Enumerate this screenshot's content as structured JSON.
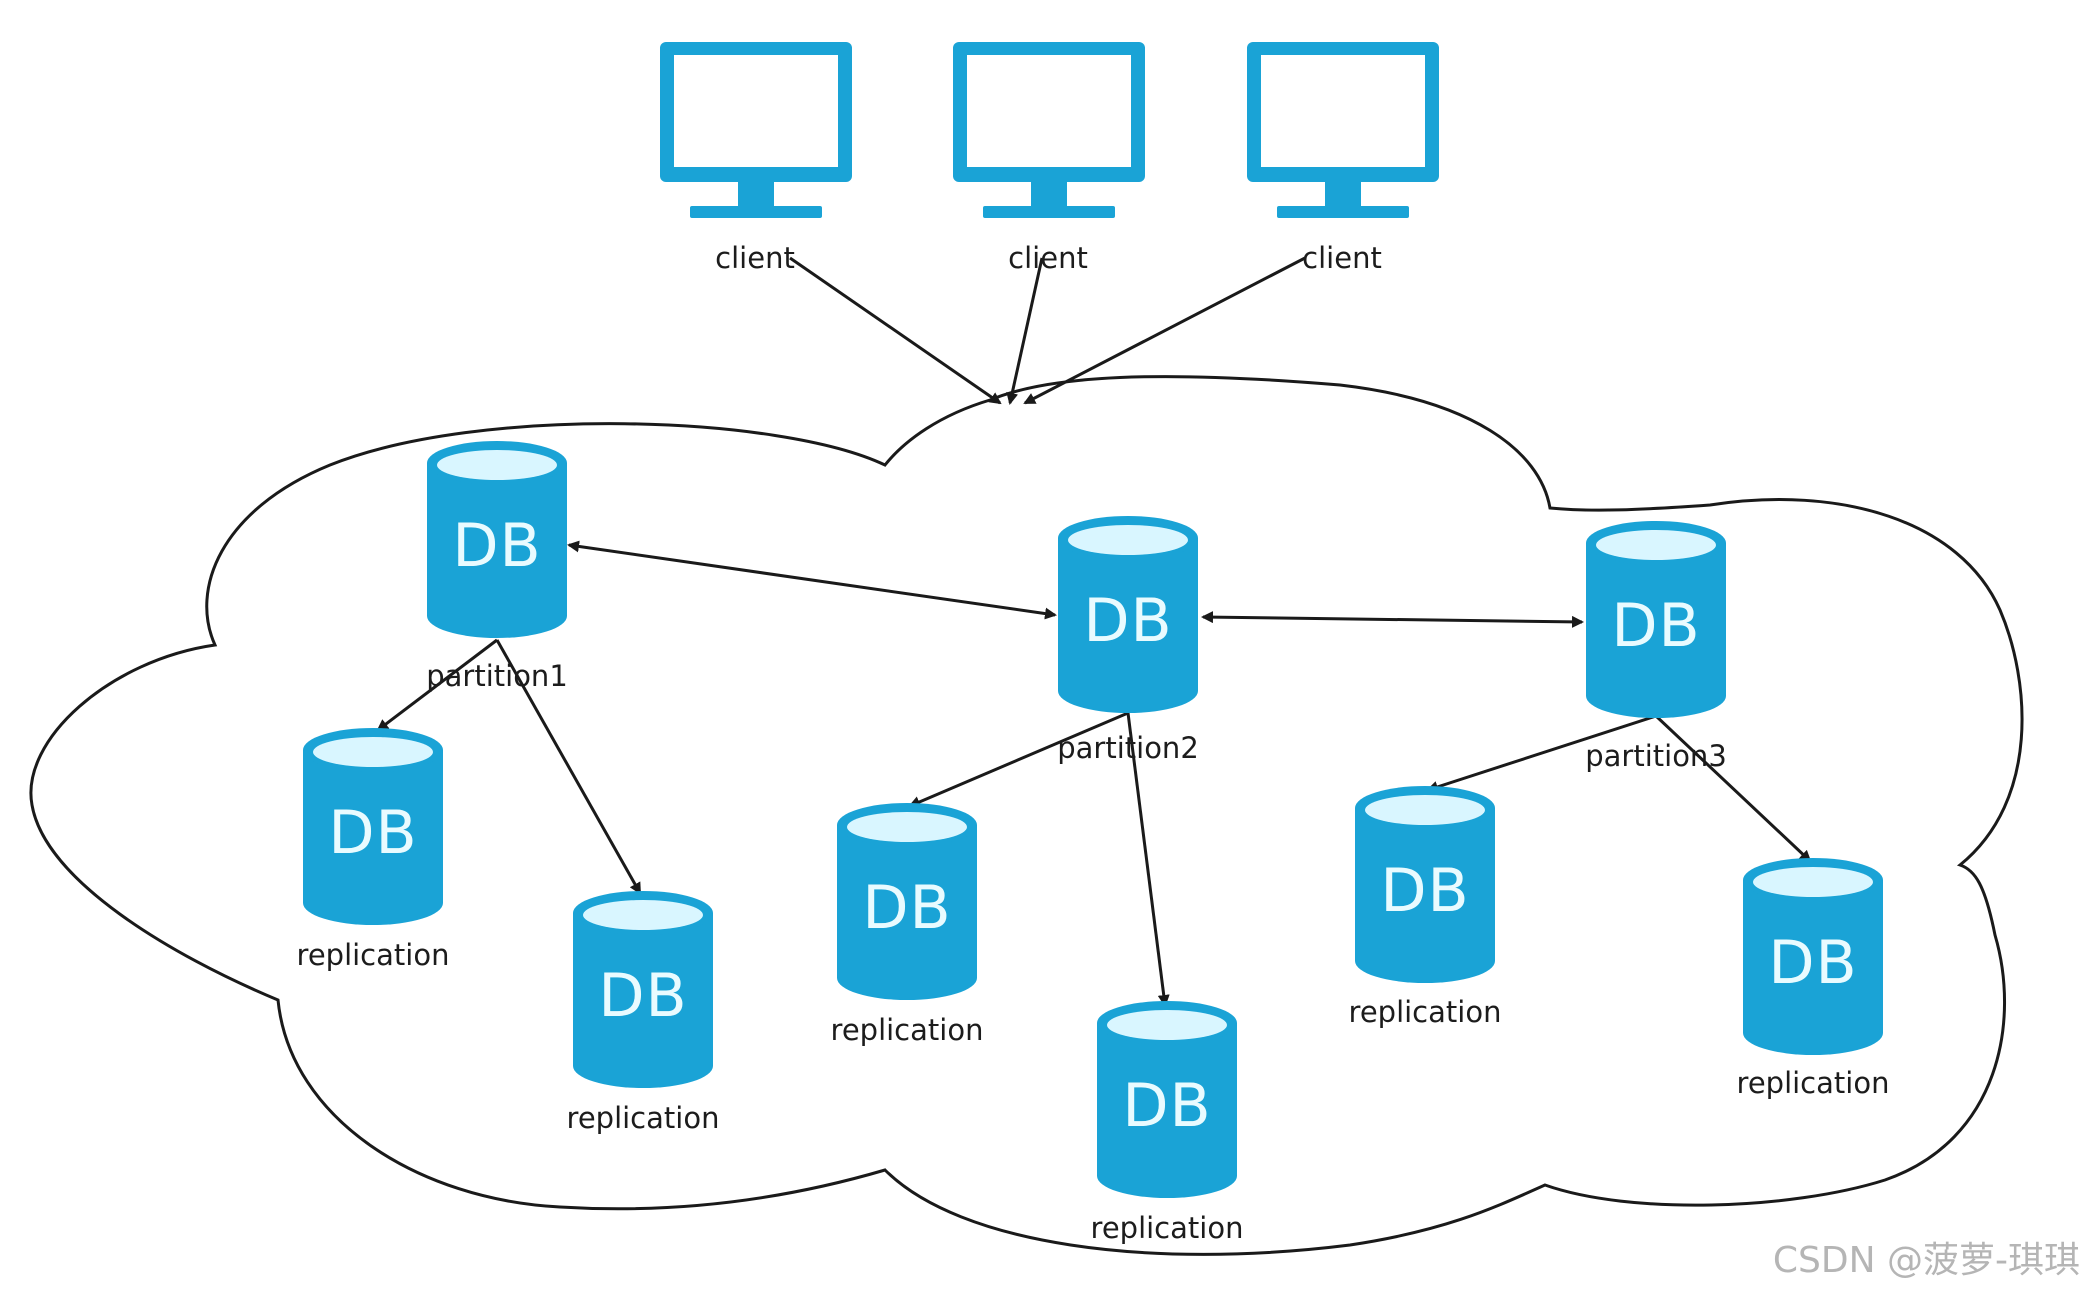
{
  "colors": {
    "accent": "#1aa3d6",
    "screen": "#ffffff",
    "cylinder_top": "#d9f6ff",
    "line": "#1a1a1a",
    "cloud_stroke": "#1a1a1a"
  },
  "clients": [
    {
      "id": "client-1",
      "label": "client"
    },
    {
      "id": "client-2",
      "label": "client"
    },
    {
      "id": "client-3",
      "label": "client"
    }
  ],
  "partitions": [
    {
      "id": "partition-1",
      "label": "partition1",
      "db_text": "DB"
    },
    {
      "id": "partition-2",
      "label": "partition2",
      "db_text": "DB"
    },
    {
      "id": "partition-3",
      "label": "partition3",
      "db_text": "DB"
    }
  ],
  "replications": [
    {
      "id": "replication-1a",
      "label": "replication",
      "db_text": "DB"
    },
    {
      "id": "replication-1b",
      "label": "replication",
      "db_text": "DB"
    },
    {
      "id": "replication-2a",
      "label": "replication",
      "db_text": "DB"
    },
    {
      "id": "replication-2b",
      "label": "replication",
      "db_text": "DB"
    },
    {
      "id": "replication-3a",
      "label": "replication",
      "db_text": "DB"
    },
    {
      "id": "replication-3b",
      "label": "replication",
      "db_text": "DB"
    }
  ],
  "watermark": "CSDN @菠萝-琪琪"
}
